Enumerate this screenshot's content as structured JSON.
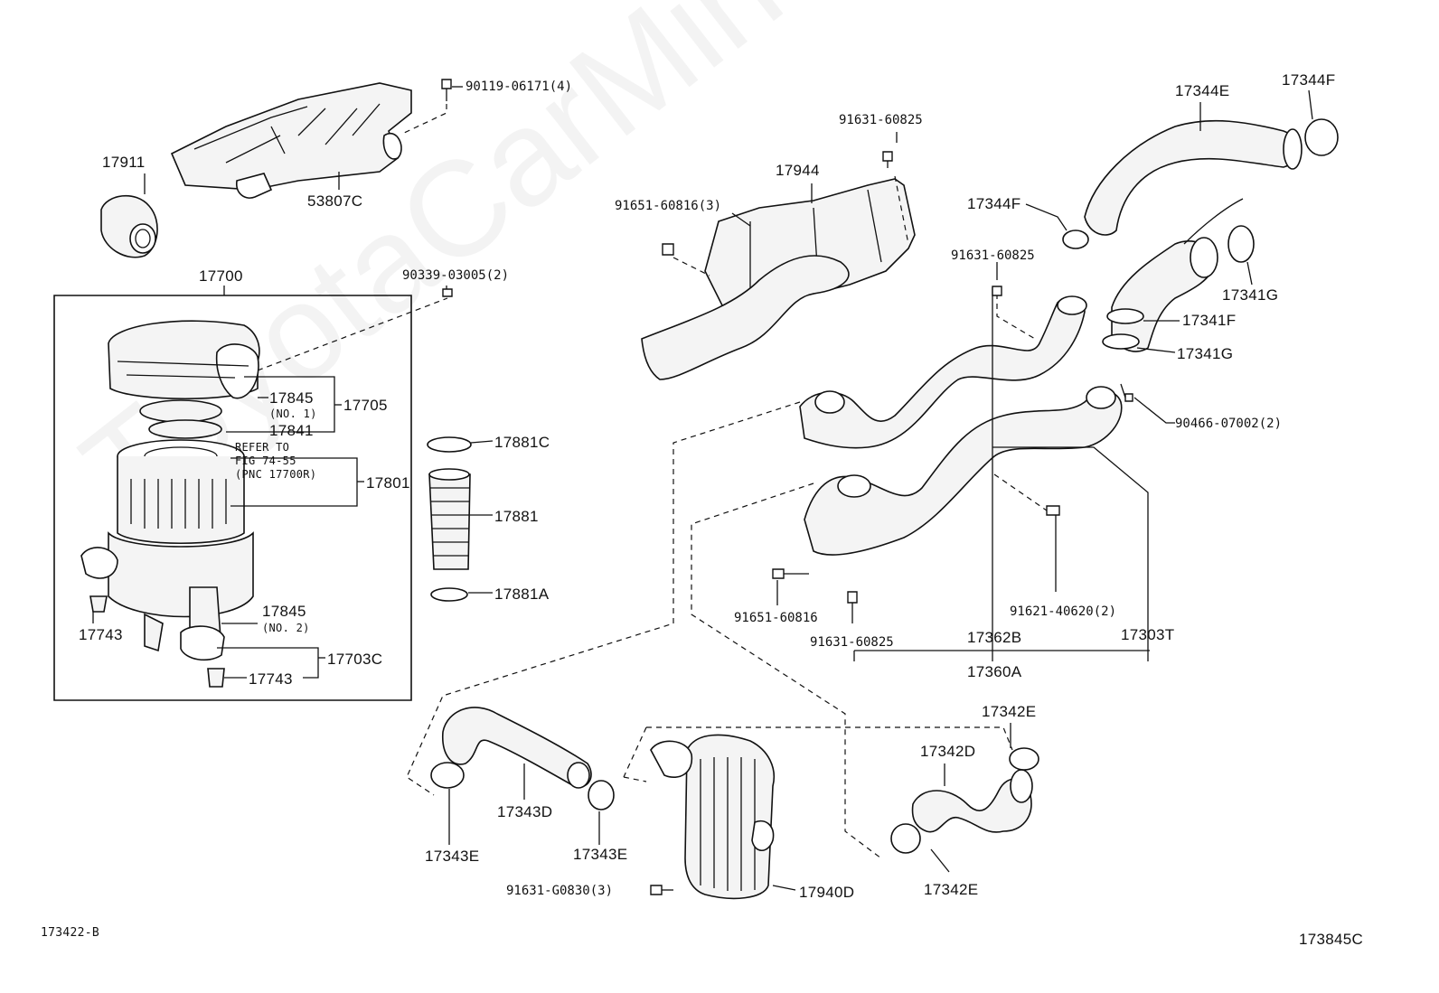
{
  "watermark": "ToyotaCarMine.ru",
  "footer": {
    "left_code": "173422-B",
    "right_code": "173845C"
  },
  "labels": {
    "p17911": "17911",
    "p53807C": "53807C",
    "p90119": "90119-06171(4)",
    "p17700": "17700",
    "p90339": "90339-03005(2)",
    "p17845a": "17845",
    "p17845a_sub": "(NO. 1)",
    "p17705": "17705",
    "p17841": "17841",
    "p_refer1": "REFER TO",
    "p_refer2": "FIG 74-55",
    "p_refer3": "(PNC 17700R)",
    "p17801": "17801",
    "p17743a": "17743",
    "p17845b": "17845",
    "p17845b_sub": "(NO. 2)",
    "p17703C": "17703C",
    "p17743b": "17743",
    "p17881C": "17881C",
    "p17881": "17881",
    "p17881A": "17881A",
    "p91631a": "91631-60825",
    "p17944": "17944",
    "p91651a": "91651-60816(3)",
    "p17344E": "17344E",
    "p17344Fa": "17344F",
    "p17344Fb": "17344F",
    "p91631b": "91631-60825",
    "p17341Ga": "17341G",
    "p17341F": "17341F",
    "p17341Gb": "17341G",
    "p90466": "90466-07002(2)",
    "p91651b": "91651-60816",
    "p91631c": "91631-60825",
    "p91621": "91621-40620(2)",
    "p17362B": "17362B",
    "p17303T": "17303T",
    "p17360A": "17360A",
    "p17342E_top": "17342E",
    "p17342D": "17342D",
    "p17342E_bot": "17342E",
    "p17343D": "17343D",
    "p17343Ea": "17343E",
    "p17343Eb": "17343E",
    "p91631G": "91631-G0830(3)",
    "p17940D": "17940D"
  }
}
